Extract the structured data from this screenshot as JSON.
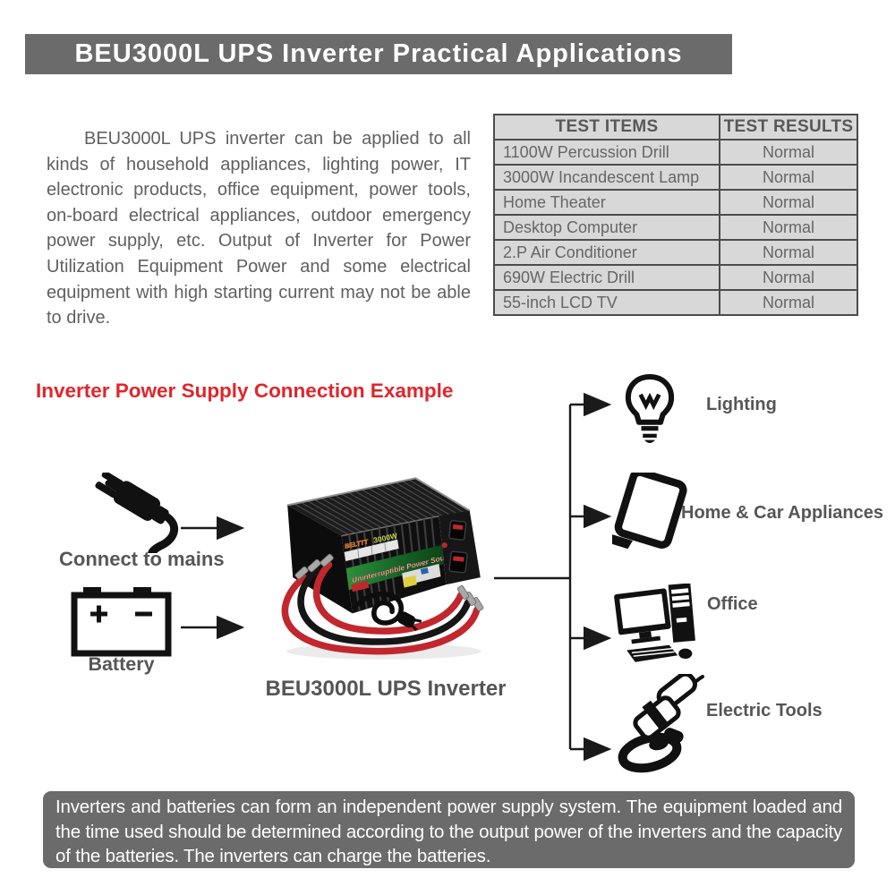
{
  "banner": {
    "title": "BEU3000L UPS Inverter Practical Applications"
  },
  "intro": {
    "text": "BEU3000L UPS inverter can be applied to all kinds of household appliances, lighting power, IT electronic products, office equipment, power tools, on-board electrical appliances, outdoor emergency power supply, etc. Output of Inverter for Power Utilization Equipment Power and some electrical equipment with high starting current may not be able to drive."
  },
  "test_table": {
    "headers": {
      "items": "TEST ITEMS",
      "results": "TEST RESULTS"
    },
    "rows": [
      {
        "item": "1100W Percussion Drill",
        "result": "Normal"
      },
      {
        "item": "3000W Incandescent Lamp",
        "result": "Normal"
      },
      {
        "item": "Home Theater",
        "result": "Normal"
      },
      {
        "item": "Desktop Computer",
        "result": "Normal"
      },
      {
        "item": "2.P Air Conditioner",
        "result": "Normal"
      },
      {
        "item": "690W Electric Drill",
        "result": "Normal"
      },
      {
        "item": "55-inch LCD TV",
        "result": "Normal"
      }
    ]
  },
  "diagram": {
    "heading": "Inverter Power Supply Connection Example",
    "mains_label": "Connect to mains",
    "battery_label": "Battery",
    "battery_plus": "+",
    "battery_minus": "−",
    "product_caption": "BEU3000L UPS Inverter",
    "product_brand": "BELTTT",
    "product_watts": "3000W",
    "product_band_text": "Uninterruptible Power Source",
    "outputs": [
      {
        "label": "Lighting"
      },
      {
        "label": "Home & Car Appliances"
      },
      {
        "label": "Office"
      },
      {
        "label": "Electric Tools"
      }
    ]
  },
  "footer": {
    "text": "Inverters and batteries can form an independent power supply system. The equipment loaded and the time used should be determined according to the output power of the inverters and the capacity of the batteries. The inverters can charge the batteries."
  },
  "colors": {
    "banner_bg": "#6b6b6b",
    "footer_bg": "#6b6b6b",
    "table_cell_bg": "#d8d8d8",
    "table_border": "#4c4c4c",
    "body_text": "#606060",
    "accent_red": "#e0252b",
    "cable_red": "#c1272d",
    "band_green_dark": "#0b4416",
    "band_green_light": "#2f8f3a",
    "line_black": "#1a1a1a"
  }
}
